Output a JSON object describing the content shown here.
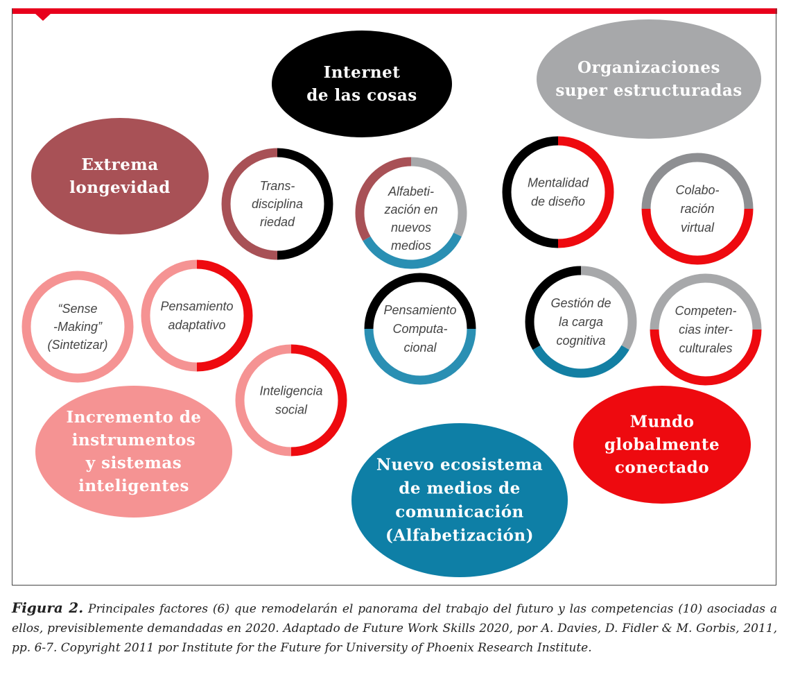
{
  "factors": [
    {
      "id": "internet",
      "lines": [
        "Internet",
        "de las cosas"
      ],
      "color": "#000000"
    },
    {
      "id": "organizaciones",
      "lines": [
        "Organizaciones",
        "super estructuradas"
      ],
      "color": "#a7a8aa"
    },
    {
      "id": "longevidad",
      "lines": [
        "Extrema",
        "longevidad"
      ],
      "color": "#a85156"
    },
    {
      "id": "instrumentos",
      "lines": [
        "Incremento de",
        "instrumentos",
        "y sistemas",
        "inteligentes"
      ],
      "color": "#f59393"
    },
    {
      "id": "ecosistema",
      "lines": [
        "Nuevo ecosistema",
        "de medios de",
        "comunicación",
        "(Alfabetización)"
      ],
      "color": "#0e7fa6"
    },
    {
      "id": "mundo",
      "lines": [
        "Mundo",
        "globalmente",
        "conectado"
      ],
      "color": "#ee0a0f"
    }
  ],
  "skills": [
    {
      "id": "transdisciplina",
      "lines": [
        "Trans-",
        "disciplina",
        "riedad"
      ],
      "ring_colors": [
        "#000000",
        "#a85156"
      ]
    },
    {
      "id": "alfabetizacion",
      "lines": [
        "Alfabeti-",
        "zación en",
        "nuevos",
        "medios"
      ],
      "ring_colors": [
        "#a7a8aa",
        "#2a8fb3",
        "#a85156"
      ]
    },
    {
      "id": "mentalidad",
      "lines": [
        "Mentalidad",
        "de diseño"
      ],
      "ring_colors": [
        "#ee0a0f",
        "#000000"
      ]
    },
    {
      "id": "colaboracion",
      "lines": [
        "Colabo-",
        "ración",
        "virtual"
      ],
      "ring_colors": [
        "#8e8f92",
        "#ee0a0f"
      ]
    },
    {
      "id": "sensemaking",
      "lines": [
        "“Sense",
        "-Making”",
        "(Sintetizar)"
      ],
      "ring_colors": [
        "#f59393"
      ]
    },
    {
      "id": "adaptativo",
      "lines": [
        "Pensamiento",
        "adaptativo"
      ],
      "ring_colors": [
        "#ee0a0f",
        "#f59393"
      ]
    },
    {
      "id": "computacional",
      "lines": [
        "Pensamiento",
        "Computa-",
        "cional"
      ],
      "ring_colors": [
        "#000000",
        "#2a8fb3"
      ]
    },
    {
      "id": "carga",
      "lines": [
        "Gestión de",
        "la carga",
        "cognitiva"
      ],
      "ring_colors": [
        "#a7a8aa",
        "#137fa3",
        "#000000"
      ]
    },
    {
      "id": "intercultural",
      "lines": [
        "Competen-",
        "cias inter-",
        "culturales"
      ],
      "ring_colors": [
        "#a7a8aa",
        "#ee0a0f"
      ]
    },
    {
      "id": "social",
      "lines": [
        "Inteligencia",
        "social"
      ],
      "ring_colors": [
        "#ee0a0f",
        "#f59393"
      ]
    }
  ],
  "caption": {
    "label": "Figura 2.",
    "text": " Principales factores (6) que remodelarán el panorama del trabajo del futuro y las competencias (10) asociadas a ellos, previsiblemente demandadas en 2020. Adaptado de  Future Work Skills 2020, por A. Davies, D. Fidler & M. Gorbis, 2011, pp. 6-7. Copyright 2011 por Institute for the Future for University of Phoenix Research Institute."
  }
}
